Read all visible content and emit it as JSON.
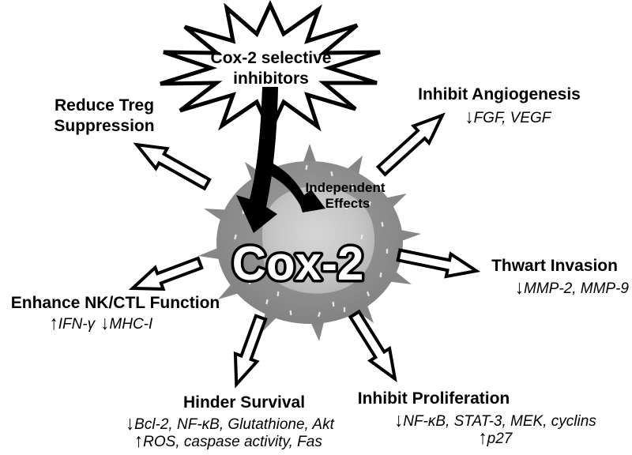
{
  "burst": {
    "line1": "Cox-2 selective",
    "line2": "inhibitors"
  },
  "cell": {
    "label": "Cox-2"
  },
  "independent": {
    "line1": "Independent",
    "line2": "Effects"
  },
  "glyphs": {
    "up": "↑",
    "down": "↓"
  },
  "colors": {
    "ink": "#000000",
    "cell_body": "#8a8a8a",
    "cell_nucleus": "#c6c6c6",
    "background": "#ffffff"
  },
  "effects": {
    "reduce_treg": {
      "line1": "Reduce Treg",
      "line2": "Suppression"
    },
    "angiogenesis": {
      "title": "Inhibit Angiogenesis",
      "targets": "FGF, VEGF"
    },
    "invasion": {
      "title": "Thwart Invasion",
      "targets": "MMP-2, MMP-9"
    },
    "nk_ctl": {
      "title": "Enhance NK/CTL Function",
      "up_target": "IFN-γ",
      "down_target": "MHC-I"
    },
    "survival": {
      "title": "Hinder Survival",
      "down_targets": "Bcl-2, NF-κB, Glutathione, Akt",
      "up_targets": "ROS, caspase activity, Fas"
    },
    "proliferation": {
      "title": "Inhibit Proliferation",
      "down_targets": "NF-κB, STAT-3, MEK, cyclins",
      "up_targets": "p27"
    }
  }
}
